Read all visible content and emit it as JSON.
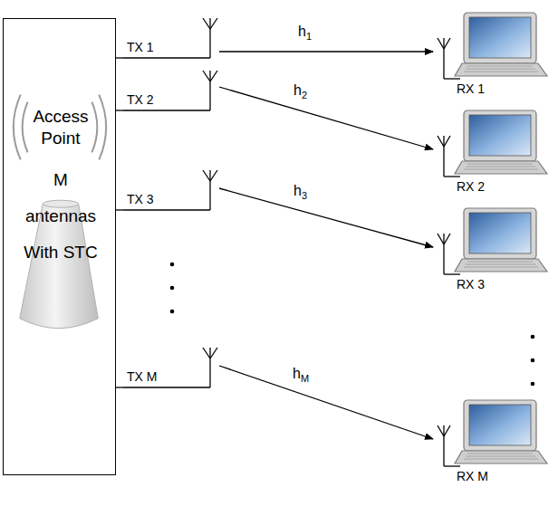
{
  "diagram": {
    "nodes": [
      {
        "text": [
          "Access Point",
          "M antennas With STC"
        ]
      },
      {
        "text": [
          "TX 1"
        ]
      },
      {
        "text": [
          "TX 2"
        ]
      },
      {
        "text": [
          "TX 3"
        ]
      },
      {
        "text": [
          "TX M"
        ]
      },
      {
        "text": [
          "RX 1"
        ]
      },
      {
        "text": [
          "RX 2"
        ]
      },
      {
        "text": [
          "RX 3"
        ]
      },
      {
        "text": [
          "RX M"
        ]
      }
    ],
    "edges": [
      {
        "from": 0,
        "to": 1,
        "arrow": "none"
      },
      {
        "from": 0,
        "to": 2,
        "arrow": "none"
      },
      {
        "from": 0,
        "to": 3,
        "arrow": "none"
      },
      {
        "from": 0,
        "to": 4,
        "arrow": "none"
      },
      {
        "from": 1,
        "to": 5,
        "label": "h1",
        "arrow": "to"
      },
      {
        "from": 2,
        "to": 6,
        "label": "h2",
        "arrow": "to"
      },
      {
        "from": 3,
        "to": 7,
        "label": "h3",
        "arrow": "to"
      },
      {
        "from": 4,
        "to": 8,
        "label": "hM",
        "arrow": "to"
      }
    ]
  }
}
